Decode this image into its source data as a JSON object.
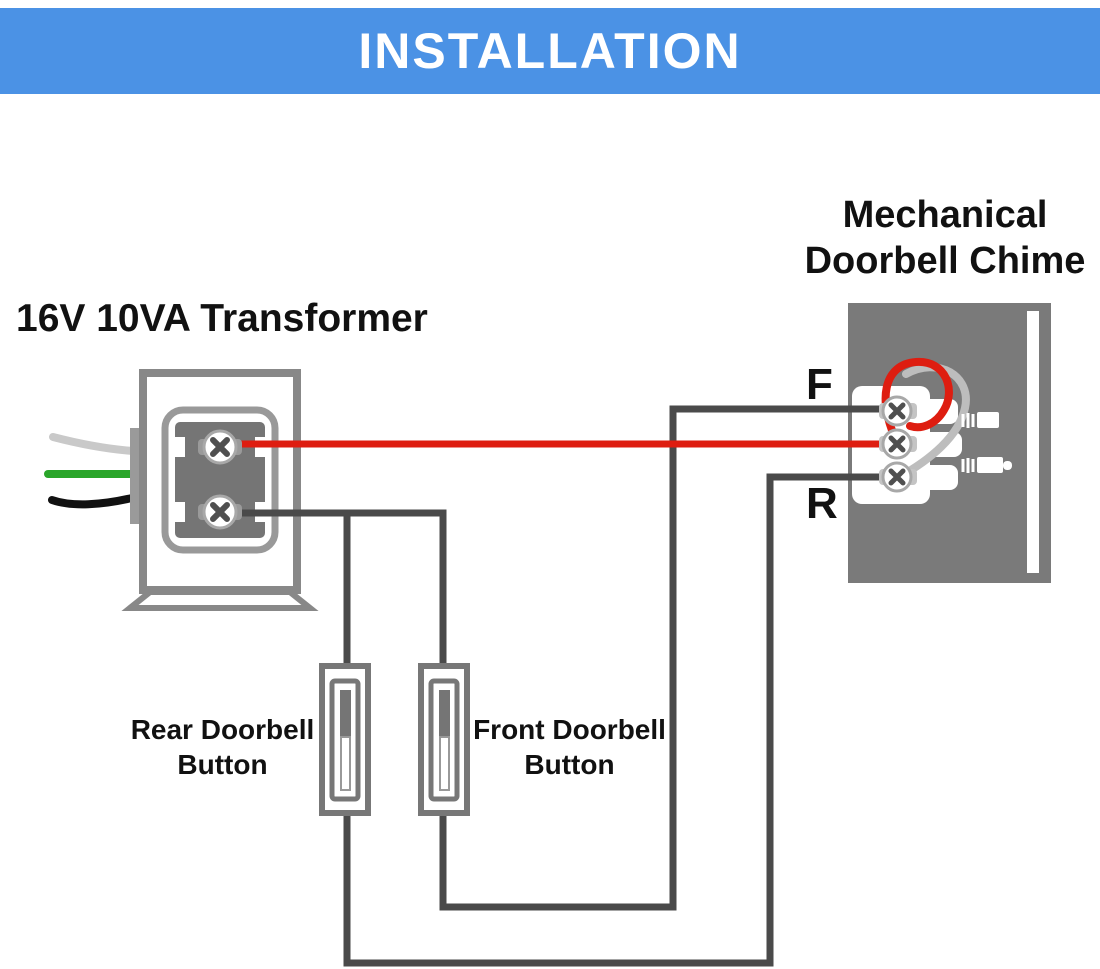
{
  "header": {
    "title": "INSTALLATION"
  },
  "labels": {
    "transformer": "16V 10VA Transformer",
    "chime": "Mechanical Doorbell Chime",
    "rear_button": "Rear Doorbell Button",
    "front_button": "Front Doorbell Button",
    "terminal_front": "F",
    "terminal_rear": "R"
  },
  "colors": {
    "header_bg": "#4b92e5",
    "header_text": "#ffffff",
    "wire_red": "#de1d10",
    "wire_dark": "#4a4a4a",
    "wire_green": "#2aa52a",
    "wire_white": "#c9c9c9",
    "wire_black": "#111111",
    "device_gray": "#7a7a7a",
    "panel_gray": "#757575",
    "outline_gray": "#888888"
  },
  "connections": [
    {
      "wire": "red",
      "from": "transformer top terminal",
      "to": "chime middle terminal"
    },
    {
      "wire": "gray",
      "from": "transformer bottom terminal",
      "to": "rear and front doorbell button tops"
    },
    {
      "wire": "gray",
      "from": "front doorbell button bottom",
      "to": "chime F terminal"
    },
    {
      "wire": "gray",
      "from": "rear doorbell button bottom",
      "to": "chime R terminal"
    }
  ]
}
